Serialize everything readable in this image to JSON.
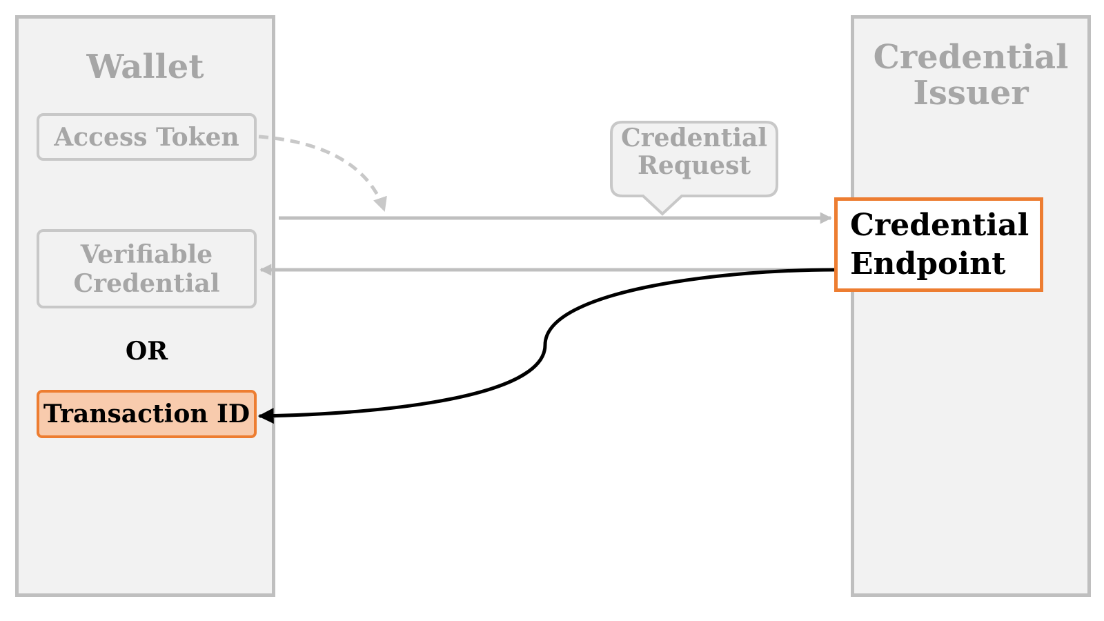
{
  "lanes": {
    "wallet": {
      "title": "Wallet"
    },
    "issuer": {
      "title": "Credential\nIssuer"
    }
  },
  "wallet": {
    "access_token": "Access Token",
    "verifiable_credential": "Verifiable\nCredential",
    "or_label": "OR",
    "transaction_id": "Transaction ID"
  },
  "issuer": {
    "credential_endpoint": "Credential\nEndpoint"
  },
  "messages": {
    "credential_request": "Credential\nRequest"
  },
  "colors": {
    "lane_fill": "#f2f2f2",
    "lane_border": "#bfbfbf",
    "faded_text": "#a6a6a6",
    "highlight_border": "#ed7d31",
    "highlight_fill": "#f8cbad",
    "active_arrow": "#000000"
  }
}
